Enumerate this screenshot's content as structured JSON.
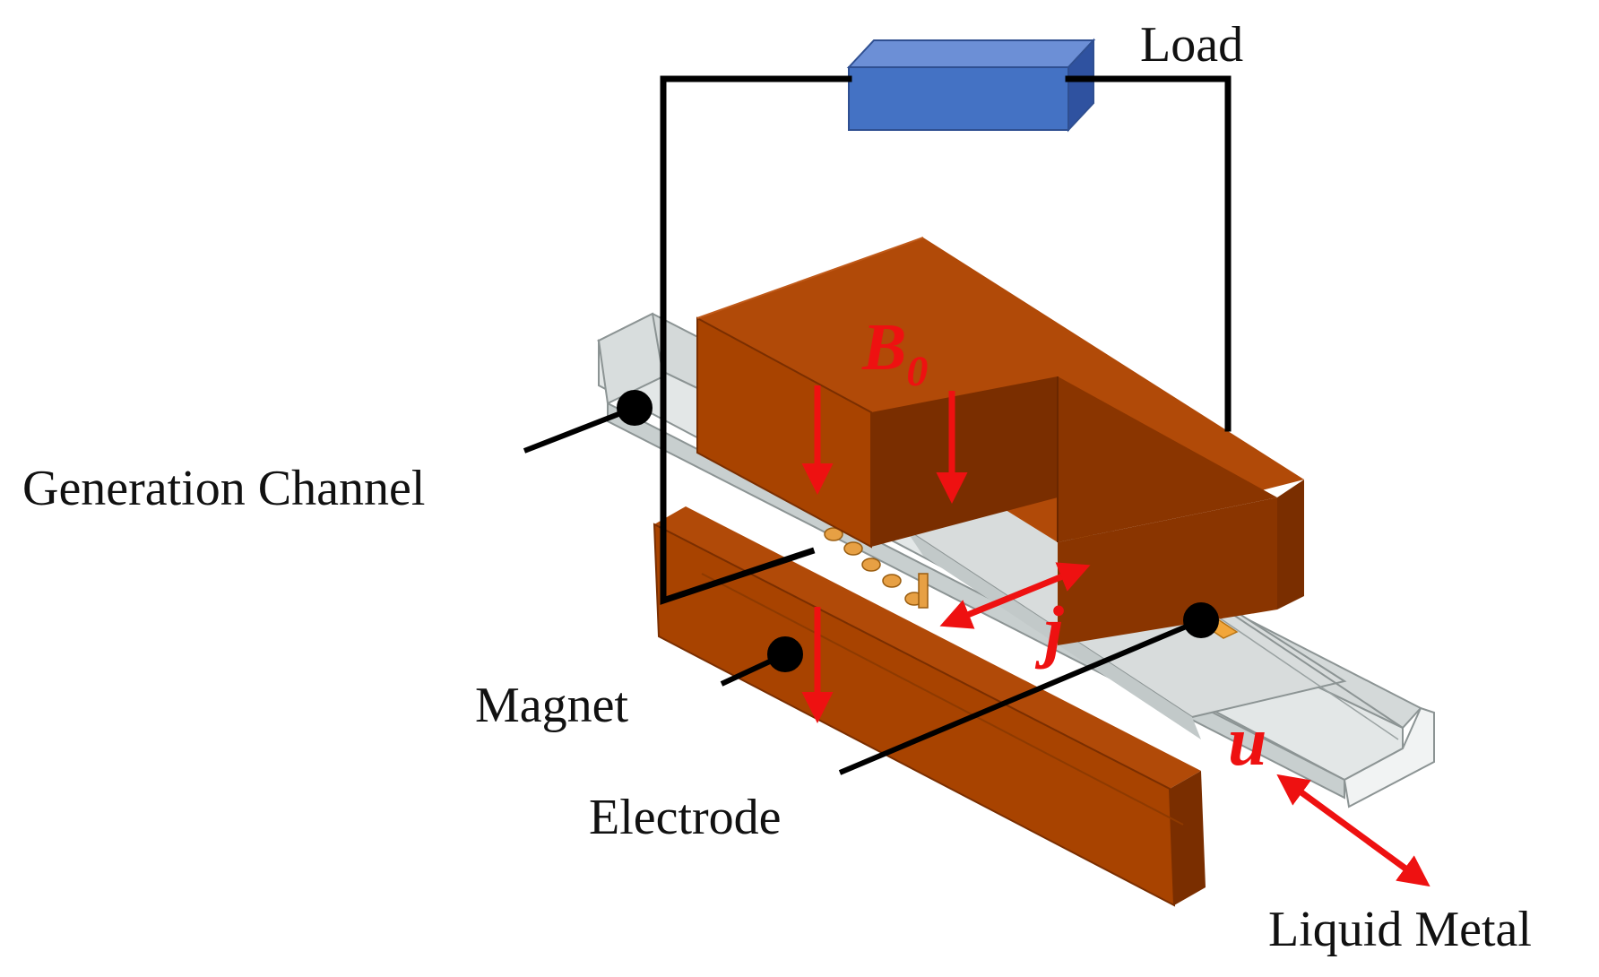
{
  "labels": {
    "load": "Load",
    "generation_channel": "Generation Channel",
    "magnet": "Magnet",
    "electrode": "Electrode",
    "liquid_metal": "Liquid Metal"
  },
  "symbols": {
    "magnetic_field": "B",
    "magnetic_field_subscript": "0",
    "current_density": "j",
    "velocity": "u"
  },
  "colors": {
    "magnet_front": "#a84300",
    "magnet_top": "#b14a08",
    "magnet_side": "#7a2e00",
    "load_box": "#4472c4",
    "channel": "#e3e7e7",
    "channel_edge": "#8c9494",
    "electrode": "#f2a63a",
    "arrows": "#ee1111",
    "wires": "#000000"
  }
}
